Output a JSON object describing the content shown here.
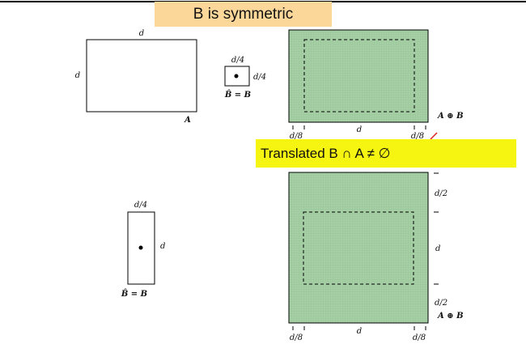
{
  "title": "B is symmetric",
  "translated_label": "Translated B ∩ A ≠  ∅",
  "labels": {
    "d": "d",
    "d4": "d/4",
    "d8": "d/8",
    "d2": "d/2",
    "A": "A",
    "b_hat_eq_b": "B̂ = B",
    "a_oplus_b": "A ⊕ B"
  },
  "colors": {
    "title_bg": "#fbd89a",
    "highlight_bg": "#f5f511",
    "dilation_fill": "#a6cfa6"
  }
}
